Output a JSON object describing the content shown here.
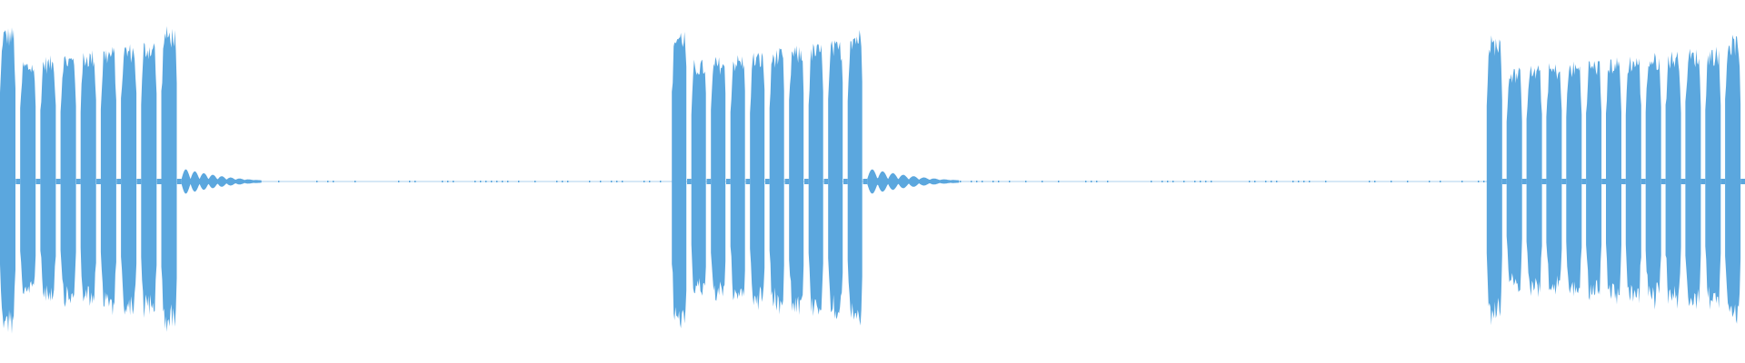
{
  "waveform": {
    "color": "#5ba7de",
    "background": "#ffffff",
    "duration_fraction_visible": 1.0,
    "segments": [
      {
        "kind": "burst",
        "start": 0.0,
        "end": 0.104,
        "pulses": 9,
        "peak_amplitude": 0.86,
        "base_amplitude": 0.66
      },
      {
        "kind": "tail",
        "start": 0.104,
        "end": 0.15,
        "amplitude": 0.06
      },
      {
        "kind": "quiet",
        "start": 0.15,
        "end": 0.385,
        "amplitude": 0.01
      },
      {
        "kind": "burst",
        "start": 0.385,
        "end": 0.497,
        "pulses": 10,
        "peak_amplitude": 0.85,
        "base_amplitude": 0.66
      },
      {
        "kind": "tail",
        "start": 0.497,
        "end": 0.55,
        "amplitude": 0.06
      },
      {
        "kind": "quiet",
        "start": 0.55,
        "end": 0.852,
        "amplitude": 0.01
      },
      {
        "kind": "burst",
        "start": 0.852,
        "end": 1.0,
        "pulses": 13,
        "peak_amplitude": 0.81,
        "base_amplitude": 0.62
      }
    ]
  }
}
